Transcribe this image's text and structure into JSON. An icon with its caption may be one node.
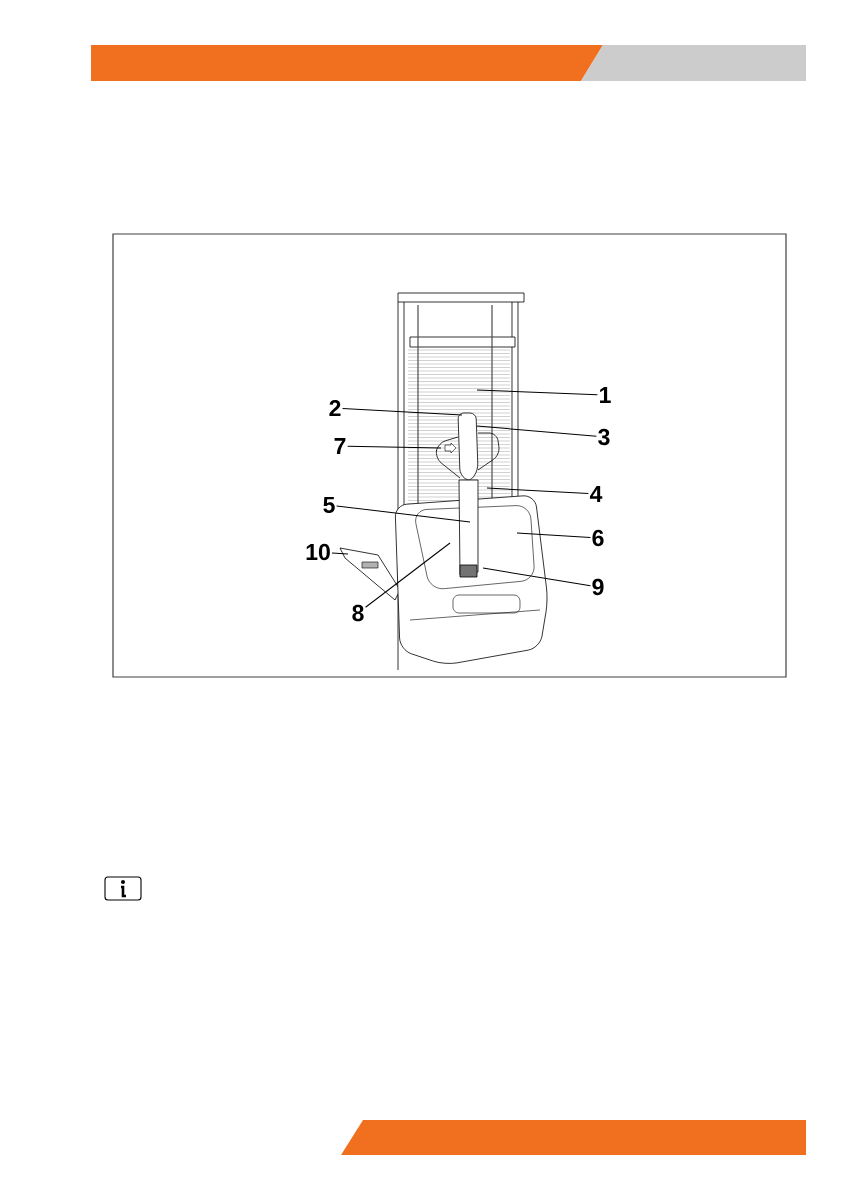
{
  "diagram": {
    "nodes": [
      {
        "text": [
          "1"
        ]
      },
      {
        "text": [
          "2"
        ]
      },
      {
        "text": [
          "3"
        ]
      },
      {
        "text": [
          "7"
        ]
      },
      {
        "text": [
          "4"
        ]
      },
      {
        "text": [
          "5"
        ]
      },
      {
        "text": [
          "6"
        ]
      },
      {
        "text": [
          "10"
        ]
      },
      {
        "text": [
          "9"
        ]
      },
      {
        "text": [
          "8"
        ]
      }
    ],
    "edges": [
      {
        "from": 0,
        "to": null,
        "arrow": "none"
      },
      {
        "from": 1,
        "to": null,
        "arrow": "none"
      },
      {
        "from": 2,
        "to": null,
        "arrow": "none"
      },
      {
        "from": 3,
        "to": null,
        "arrow": "none"
      },
      {
        "from": 4,
        "to": null,
        "arrow": "none"
      },
      {
        "from": 5,
        "to": null,
        "arrow": "none"
      },
      {
        "from": 6,
        "to": null,
        "arrow": "none"
      },
      {
        "from": 7,
        "to": null,
        "arrow": "none"
      },
      {
        "from": 8,
        "to": null,
        "arrow": "none"
      },
      {
        "from": 9,
        "to": null,
        "arrow": "none"
      }
    ]
  }
}
